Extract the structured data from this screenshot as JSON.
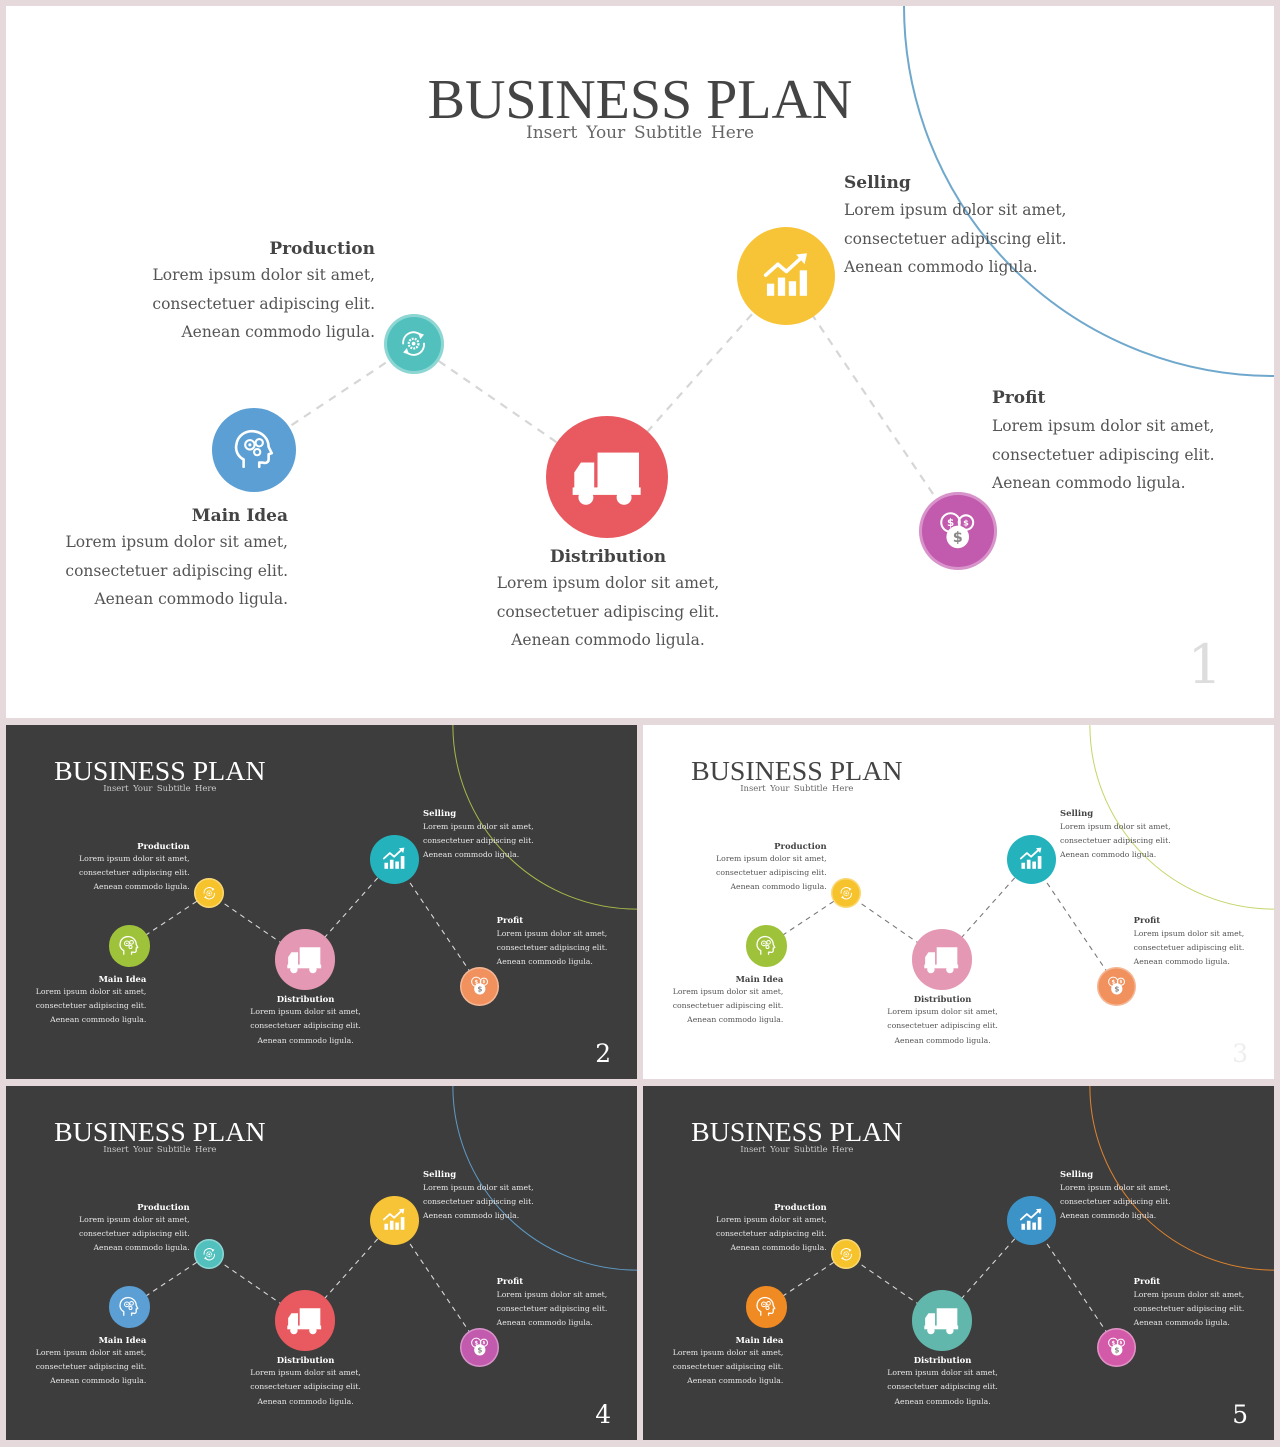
{
  "colors": {
    "background": "#e6d9dc",
    "light_bg": "#ffffff",
    "dark_bg": "#3d3d3d",
    "light_text": "#555555",
    "light_title": "#444444",
    "dark_text": "#e6e6e6"
  },
  "deck": {
    "title": "BUSINESS PLAN",
    "subtitle": "Insert Your Subtitle Here"
  },
  "steps": [
    {
      "key": "main_idea",
      "label": "Main Idea",
      "icon": "head-gears-icon"
    },
    {
      "key": "production",
      "label": "Production",
      "icon": "cycle-gear-icon"
    },
    {
      "key": "distribution",
      "label": "Distribution",
      "icon": "truck-icon"
    },
    {
      "key": "selling",
      "label": "Selling",
      "icon": "growth-chart-icon"
    },
    {
      "key": "profit",
      "label": "Profit",
      "icon": "coins-icon"
    }
  ],
  "body_lines": [
    "Lorem ipsum dolor sit amet,",
    "consectetuer  adipiscing  elit.",
    "Aenean  commodo ligula."
  ],
  "slides": [
    {
      "number": "1",
      "theme": "light",
      "arc_color": "#6fa8cc",
      "node_colors": [
        "#5b9fd4",
        "#52c1bd",
        "#e85a60",
        "#f7c437",
        "#c25aae"
      ]
    },
    {
      "number": "2",
      "theme": "dark",
      "arc_color": "#a6b84a",
      "node_colors": [
        "#9fc23b",
        "#f6c32c",
        "#e598b4",
        "#24b3bd",
        "#f0915e"
      ]
    },
    {
      "number": "3",
      "theme": "light",
      "arc_color": "#c6d46a",
      "node_colors": [
        "#9fc23b",
        "#f6c32c",
        "#e598b4",
        "#24b3bd",
        "#f0915e"
      ]
    },
    {
      "number": "4",
      "theme": "dark",
      "arc_color": "#5e9ac6",
      "node_colors": [
        "#5b9fd4",
        "#52c1bd",
        "#e85a60",
        "#f7c437",
        "#c25aae"
      ]
    },
    {
      "number": "5",
      "theme": "dark",
      "arc_color": "#e0832e",
      "node_colors": [
        "#f08a22",
        "#f6c32c",
        "#62b7ad",
        "#3b93c7",
        "#d25aa8"
      ]
    }
  ]
}
